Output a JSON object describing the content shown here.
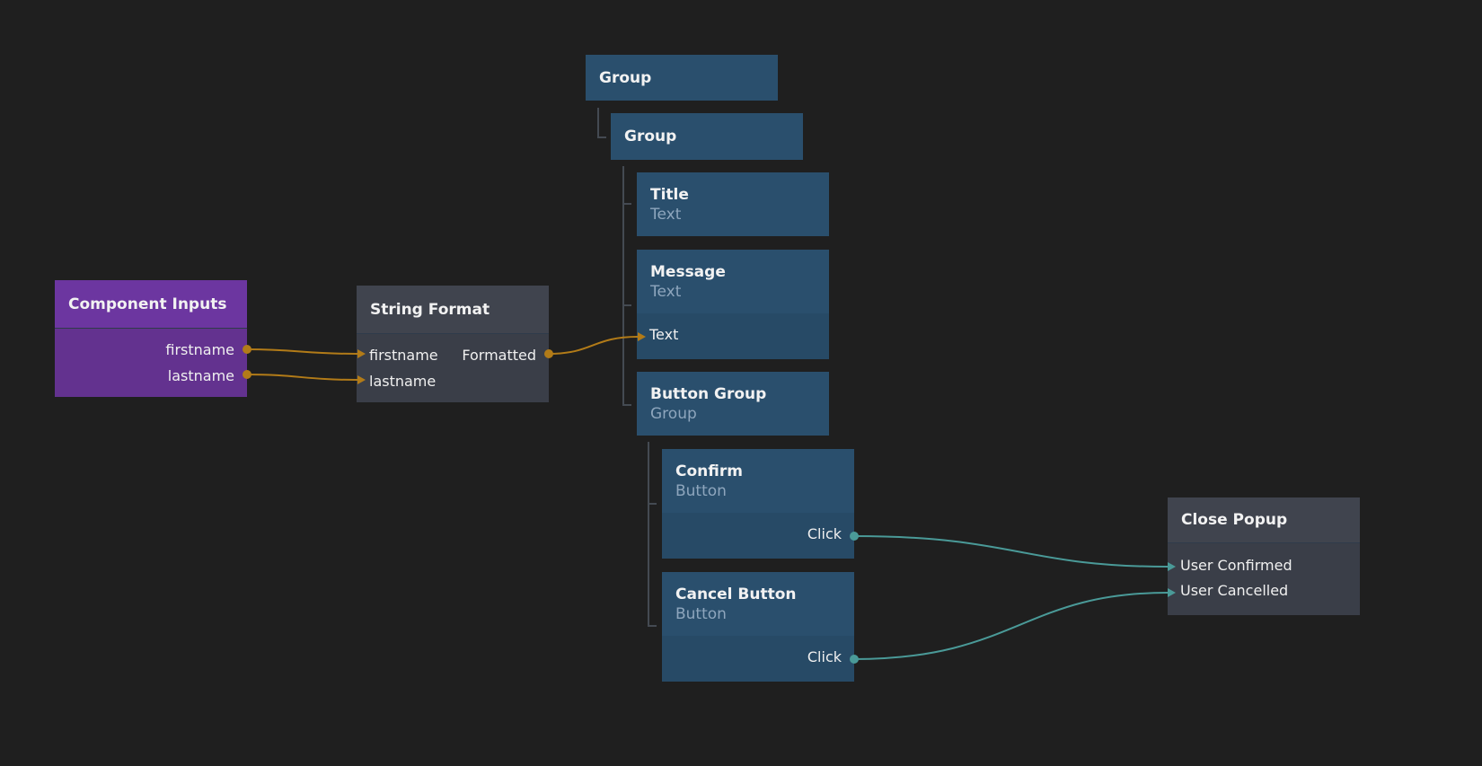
{
  "nodes": {
    "component_inputs": {
      "title": "Component Inputs",
      "ports": [
        "firstname",
        "lastname"
      ]
    },
    "string_format": {
      "title": "String Format",
      "inputs": [
        "firstname",
        "lastname"
      ],
      "output": "Formatted"
    },
    "group_outer": {
      "title": "Group"
    },
    "group_inner": {
      "title": "Group"
    },
    "title_text": {
      "title": "Title",
      "subtitle": "Text"
    },
    "message_text": {
      "title": "Message",
      "subtitle": "Text",
      "port": "Text"
    },
    "button_group": {
      "title": "Button Group",
      "subtitle": "Group"
    },
    "confirm_button": {
      "title": "Confirm",
      "subtitle": "Button",
      "port": "Click"
    },
    "cancel_button": {
      "title": "Cancel Button",
      "subtitle": "Button",
      "port": "Click"
    },
    "close_popup": {
      "title": "Close Popup",
      "inputs": [
        "User Confirmed",
        "User Cancelled"
      ]
    }
  },
  "colors": {
    "background": "#1f1f1f",
    "visual_node": "#2a4f6d",
    "logic_node": "#40444e",
    "inputs_node": "#6c36a0",
    "data_wire": "#b27b18",
    "signal_wire": "#4a9a98"
  }
}
